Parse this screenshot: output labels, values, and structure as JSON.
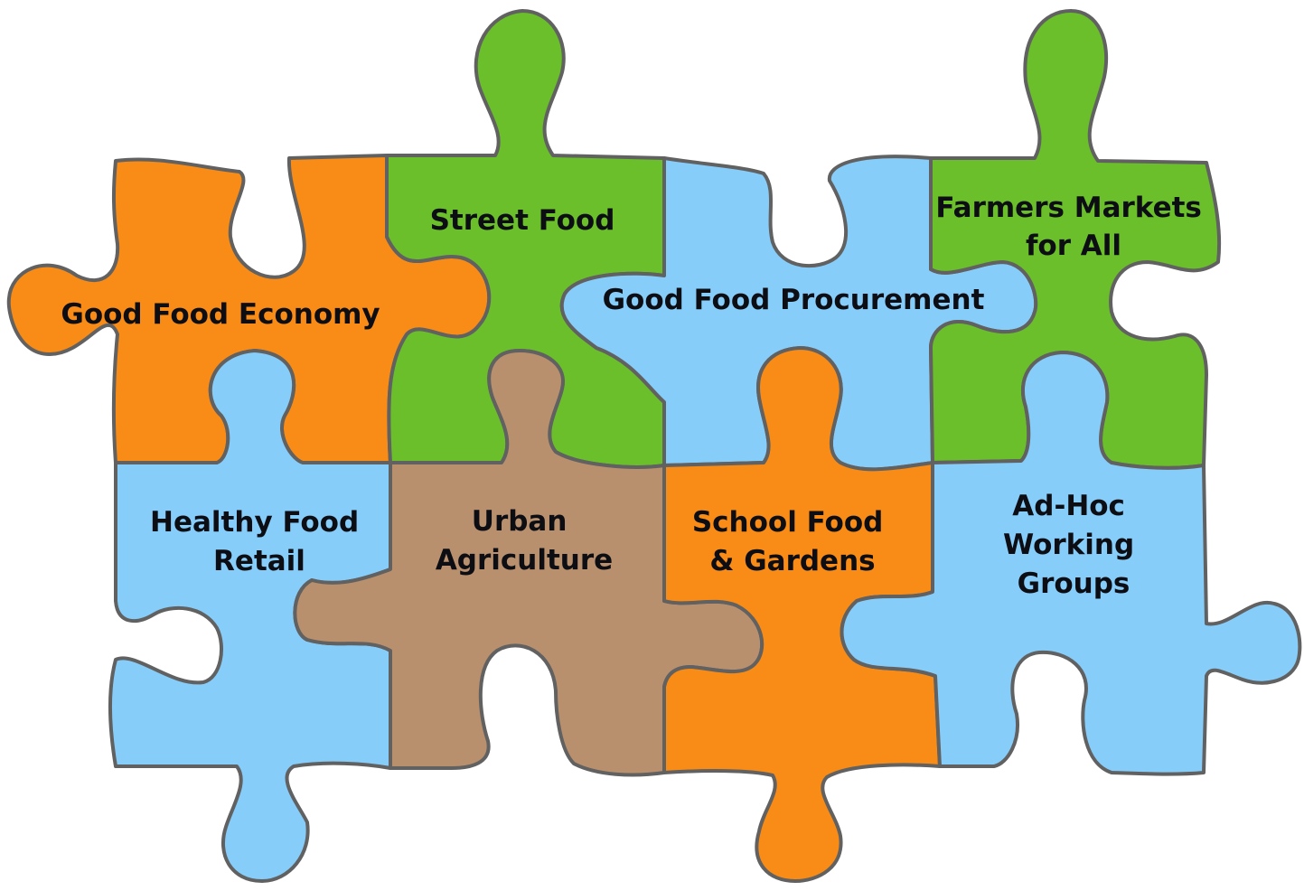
{
  "colors": {
    "orange": "#f98c16",
    "green": "#6bbf2a",
    "blue": "#87cdfa",
    "brown": "#b9906d",
    "outline": "#616161",
    "text": "#0d0d14"
  },
  "pieces": [
    {
      "id": "good-food-economy",
      "color": "orange",
      "lines": [
        "Good Food Economy"
      ]
    },
    {
      "id": "street-food",
      "color": "green",
      "lines": [
        "Street Food"
      ]
    },
    {
      "id": "good-food-procurement",
      "color": "blue",
      "lines": [
        "Good Food Procurement"
      ]
    },
    {
      "id": "farmers-markets",
      "color": "green",
      "lines": [
        "Farmers Markets",
        "for All"
      ]
    },
    {
      "id": "healthy-food-retail",
      "color": "blue",
      "lines": [
        "Healthy Food",
        "Retail"
      ]
    },
    {
      "id": "urban-agriculture",
      "color": "brown",
      "lines": [
        "Urban",
        "Agriculture"
      ]
    },
    {
      "id": "school-food",
      "color": "orange",
      "lines": [
        "School Food",
        "& Gardens"
      ]
    },
    {
      "id": "ad-hoc",
      "color": "blue",
      "lines": [
        "Ad-Hoc",
        "Working",
        "Groups"
      ]
    }
  ]
}
